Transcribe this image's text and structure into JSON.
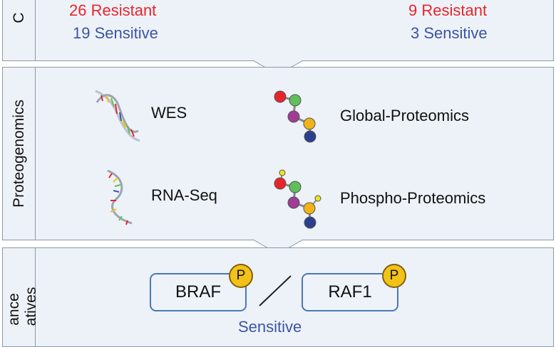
{
  "cohort": {
    "side_label_fragment": "C",
    "left": {
      "resistant": "26 Resistant",
      "sensitive": "19 Sensitive"
    },
    "right": {
      "resistant": "9 Resistant",
      "sensitive": "3 Sensitive"
    }
  },
  "proteogenomics": {
    "side_label": "Proteogenomics",
    "items": [
      {
        "label": "WES",
        "icon": "dna-double-helix-icon"
      },
      {
        "label": "Global-Proteomics",
        "icon": "protein-chain-icon"
      },
      {
        "label": "RNA-Seq",
        "icon": "rna-strand-icon"
      },
      {
        "label": "Phospho-Proteomics",
        "icon": "phospho-protein-chain-icon"
      }
    ]
  },
  "resistance": {
    "side_label_line1": "ance",
    "side_label_line2": "atives",
    "genes": [
      {
        "name": "BRAF",
        "badge": "P"
      },
      {
        "name": "RAF1",
        "badge": "P"
      }
    ],
    "caption": "Sensitive"
  },
  "colors": {
    "resistant": "#e8242b",
    "sensitive": "#3a55a4",
    "panel_bg": "#edf2f8",
    "phospho_badge": "#f2c218",
    "box_border": "#4a78b5"
  }
}
